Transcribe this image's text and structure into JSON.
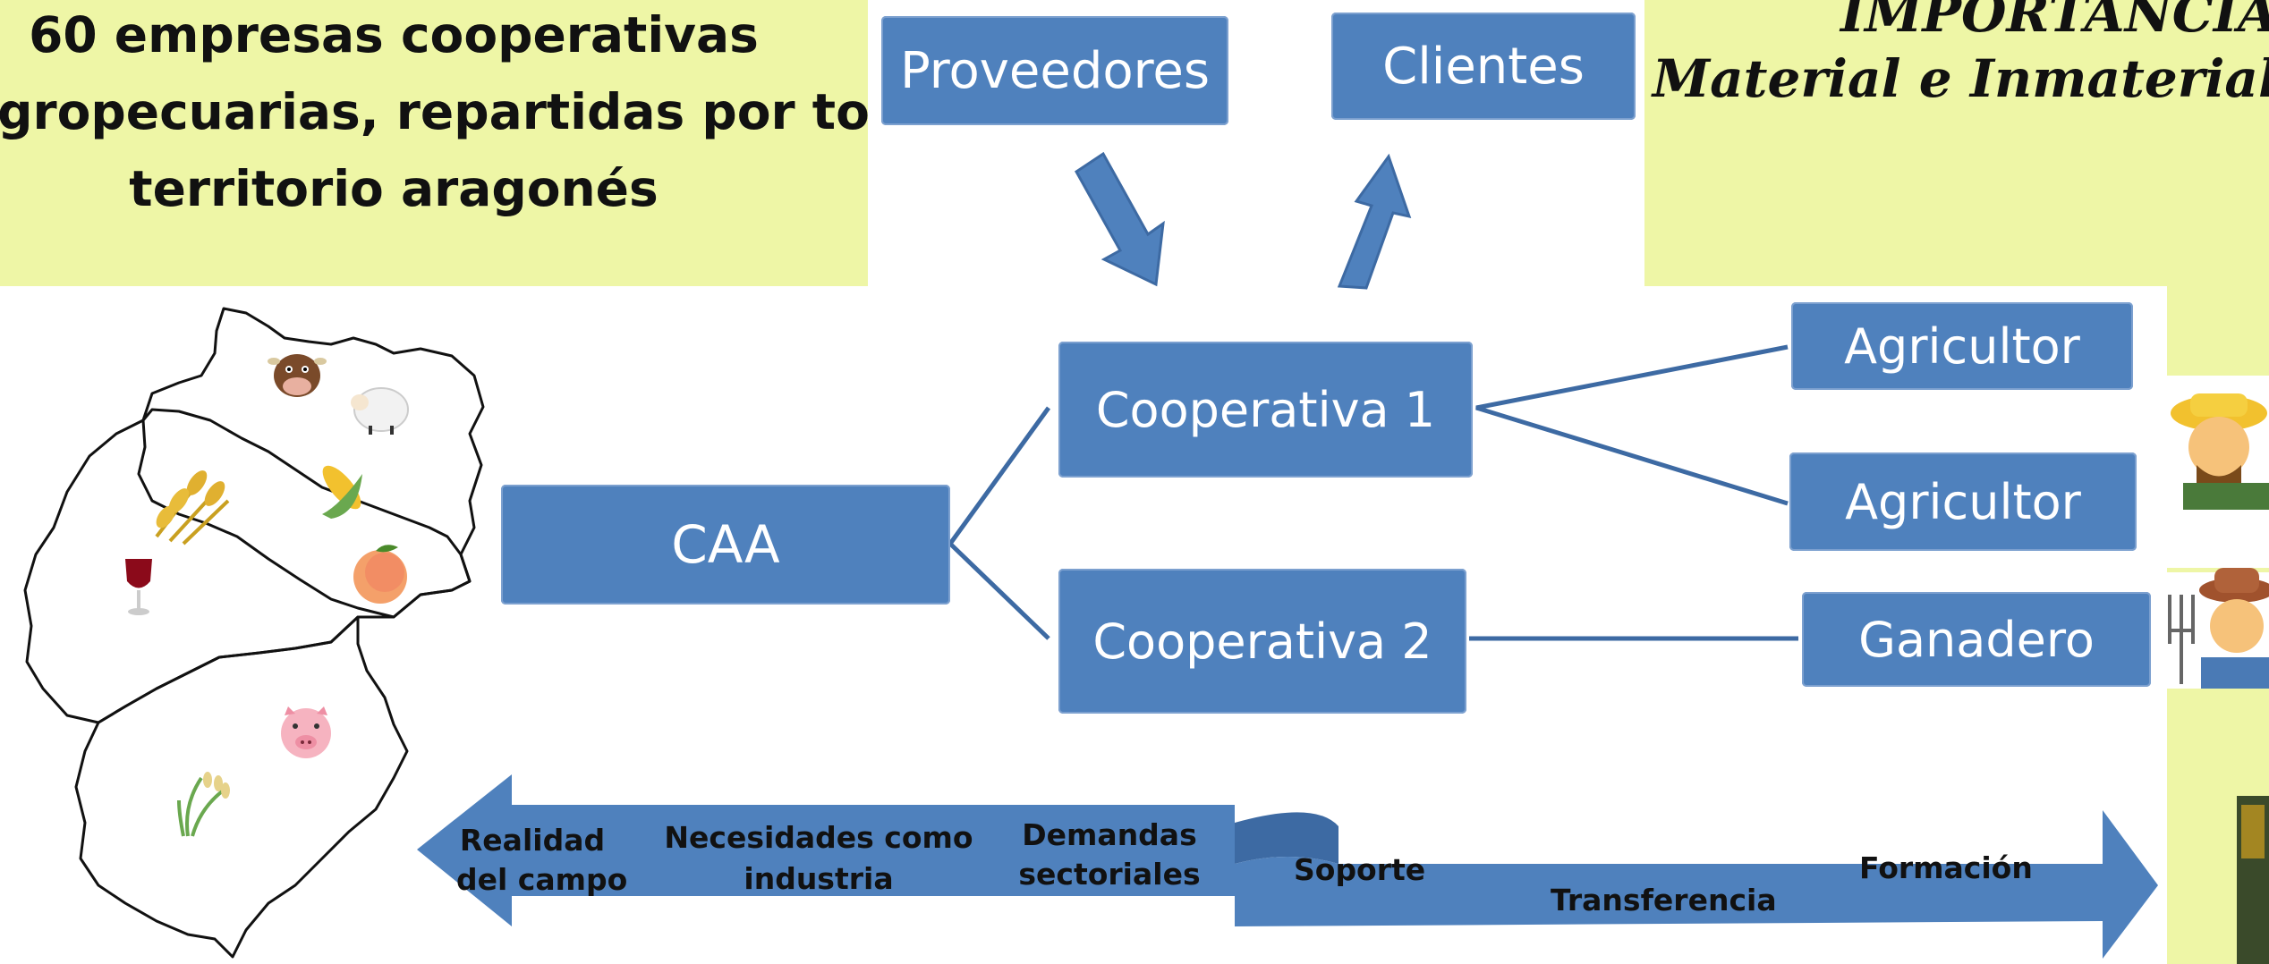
{
  "heading": {
    "lines": [
      "60 empresas cooperativas",
      "agropecuarias, repartidas por todo el",
      "territorio aragonés"
    ]
  },
  "side_title": {
    "line1": "IMPORTANCIA",
    "line2": "Material e Inmaterial"
  },
  "nodes": {
    "proveedores": "Proveedores",
    "clientes": "Clientes",
    "caa": "CAA",
    "cooperativa1": "Cooperativa 1",
    "cooperativa2": "Cooperativa 2",
    "agricultor1": "Agricultor",
    "agricultor2": "Agricultor",
    "ganadero": "Ganadero"
  },
  "left_arrow": {
    "item1_l1": "Realidad",
    "item1_l2": "del campo",
    "item2_l1": "Necesidades como",
    "item2_l2": "industria",
    "item3_l1": "Demandas",
    "item3_l2": "sectoriales"
  },
  "right_arrow": {
    "item1": "Soporte",
    "item2": "Transferencia",
    "item3": "Formación"
  },
  "map_icons": [
    "cow-emoji",
    "sheep-emoji",
    "wheat-emoji",
    "corn-emoji",
    "wine-emoji",
    "peach-emoji",
    "pig-emoji",
    "rice-emoji"
  ],
  "colors": {
    "background": "#eef6a6",
    "node_fill": "#4f81bd",
    "arrow_fill": "#4f81bd"
  }
}
